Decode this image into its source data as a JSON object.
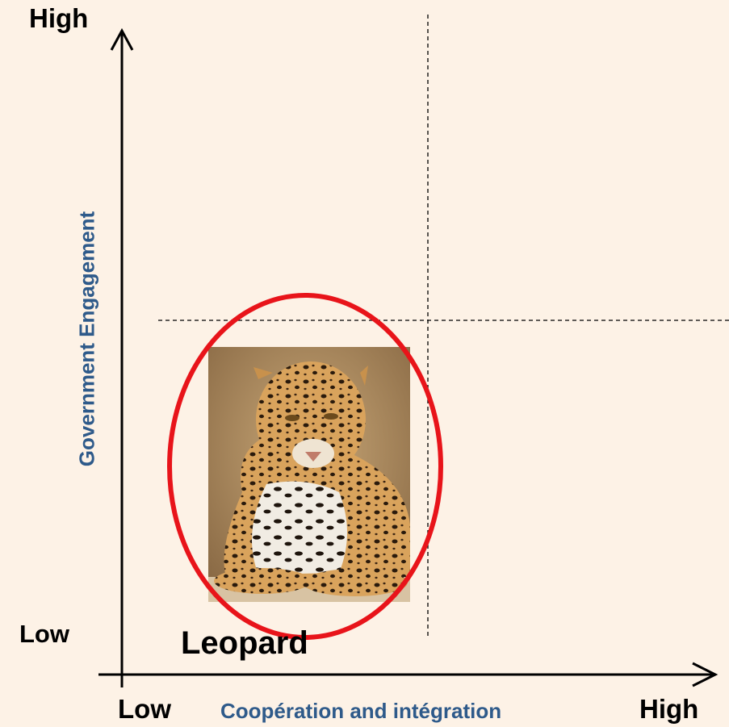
{
  "y_axis": {
    "title": "Government Engagement",
    "high_label": "High",
    "low_label": "Low"
  },
  "x_axis": {
    "title": "Coopération and intégration",
    "high_label": "High",
    "low_label": "Low"
  },
  "animal": {
    "label": "Leopard",
    "image": "leopard-photo"
  },
  "colors": {
    "background": "#FDF2E6",
    "axis_title": "#2E5A8A",
    "highlight_ellipse": "#E8141A",
    "axes": "#000000"
  }
}
